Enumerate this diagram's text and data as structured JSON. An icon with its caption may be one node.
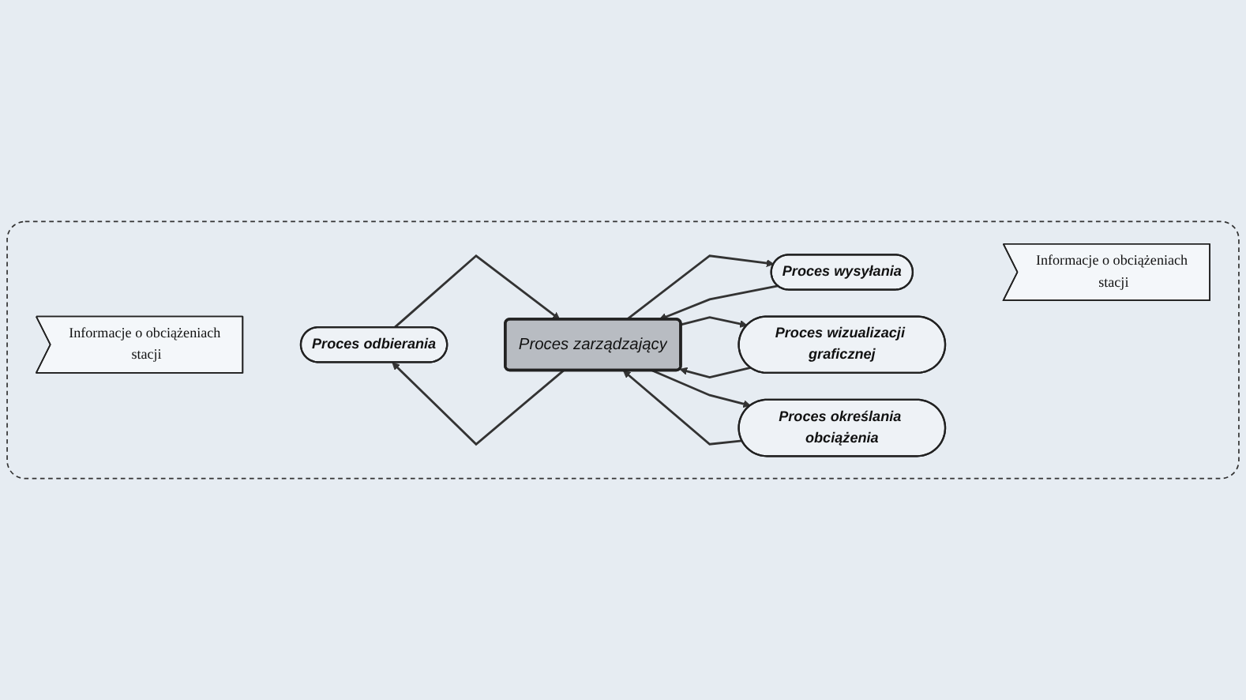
{
  "diagram": {
    "nodes": [
      {
        "text": [],
        "shape": "box"
      },
      {
        "text": [
          "Informacje o obciążeniach stacji"
        ],
        "in": 0
      },
      {
        "text": [
          "Proces odbierania"
        ],
        "in": 0
      },
      {
        "text": [
          "Proces wizualizacji graficznej"
        ],
        "in": 0
      },
      {
        "text": [
          "Proces zarządzający"
        ],
        "in": 0
      },
      {
        "text": [
          "Proces wysyłania"
        ],
        "in": 0
      },
      {
        "text": [
          "Informacje o obciążeniach stacji"
        ],
        "in": 0
      },
      {
        "text": [
          "Proces określania obciążenia"
        ],
        "in": 0
      }
    ],
    "edges": [
      {
        "from": 2,
        "to": 4,
        "arrow": "to"
      },
      {
        "from": 4,
        "to": 2,
        "arrow": "to"
      },
      {
        "from": 4,
        "to": 3,
        "arrow": "to"
      },
      {
        "from": 3,
        "to": 4,
        "arrow": "to"
      },
      {
        "from": 4,
        "to": 5,
        "arrow": "to"
      },
      {
        "from": 5,
        "to": 4,
        "arrow": "to"
      },
      {
        "from": 7,
        "to": 4,
        "arrow": "to"
      },
      {
        "from": 4,
        "to": 7,
        "arrow": "to"
      }
    ]
  }
}
